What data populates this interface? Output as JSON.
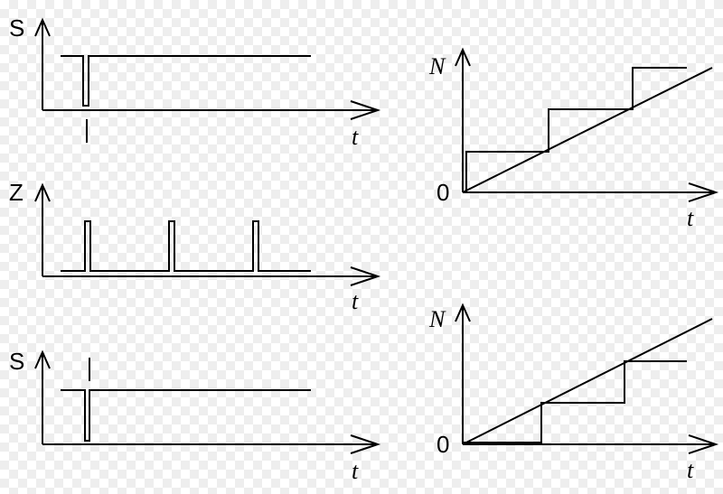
{
  "panels": {
    "s_top": {
      "ylabel": "S",
      "xlabel": "t"
    },
    "z_mid": {
      "ylabel": "Z",
      "xlabel": "t"
    },
    "s_bottom": {
      "ylabel": "S",
      "xlabel": "t"
    },
    "n_top": {
      "ylabel": "N",
      "xlabel": "t",
      "origin": "0"
    },
    "n_bottom": {
      "ylabel": "N",
      "xlabel": "t",
      "origin": "0"
    }
  },
  "colors": {
    "ink": "#000000",
    "background": "#ffffff"
  }
}
